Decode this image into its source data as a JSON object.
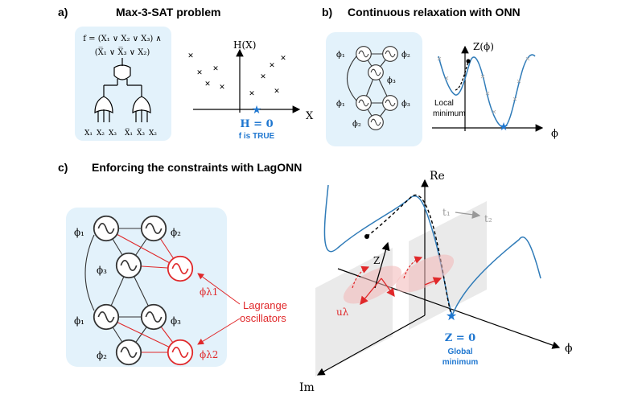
{
  "panel_a": {
    "label": "a)",
    "title": "Max-3-SAT problem",
    "formula_line1": "f = (X₁ ∨ X₂ ∨ X₃) ∧",
    "formula_line2": "(X̅₁ ∨ X̅₃ ∨ X₂)",
    "gate_inputs": [
      "X₁",
      "X₂",
      "X₃",
      "X̅₁",
      "X̅₃",
      "X₂"
    ],
    "plot_ylabel": "H(X)",
    "plot_xlabel": "X",
    "result_value": "H = 0",
    "result_text": "f is TRUE"
  },
  "panel_b": {
    "label": "b)",
    "title": "Continuous relaxation with ONN",
    "nodes": [
      "ϕ₁",
      "ϕ₂",
      "ϕ₃",
      "ϕ₁",
      "ϕ₃",
      "ϕ₂"
    ],
    "plot_ylabel": "Z(ϕ)",
    "plot_xlabel": "ϕ",
    "local_min_label_1": "Local",
    "local_min_label_2": "minimum"
  },
  "panel_c": {
    "label": "c)",
    "title": "Enforcing the constraints with LagONN",
    "nodes": [
      "ϕ₁",
      "ϕ₂",
      "ϕ₃",
      "ϕ₁",
      "ϕ₃",
      "ϕ₂"
    ],
    "lagrange_nodes": [
      "ϕλ1",
      "ϕλ2"
    ],
    "lagrange_label_1": "Lagrange",
    "lagrange_label_2": "oscillators",
    "axis_re": "Re",
    "axis_im": "Im",
    "axis_phi": "ϕ",
    "time_start": "t₁",
    "time_end": "t₂",
    "vector_z": "Z",
    "vector_u": "uλ",
    "global_value": "Z = 0",
    "global_label_1": "Global",
    "global_label_2": "minimum"
  },
  "colors": {
    "panel_bg": "#e3f2fb",
    "curve_blue": "#2f7bb8",
    "highlight_blue": "#1f77d0",
    "red": "#e0282a",
    "grey": "#999999"
  }
}
